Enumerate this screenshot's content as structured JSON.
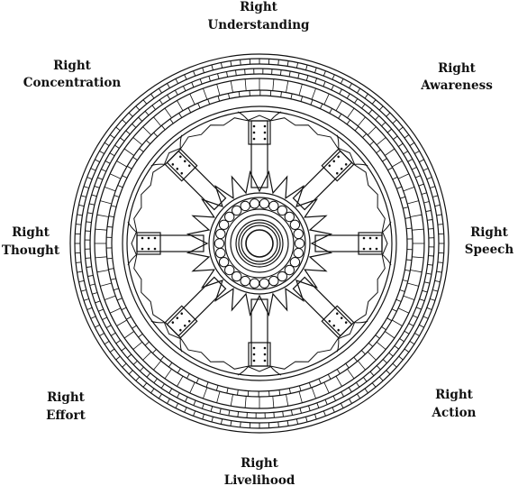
{
  "labels": [
    {
      "id": "understanding",
      "line1": "Right",
      "line2": "Understanding"
    },
    {
      "id": "awareness",
      "line1": "Right",
      "line2": "Awareness"
    },
    {
      "id": "speech",
      "line1": "Right",
      "line2": "Speech"
    },
    {
      "id": "action",
      "line1": "Right",
      "line2": "Action"
    },
    {
      "id": "livelihood",
      "line1": "Right",
      "line2": "Livelihood"
    },
    {
      "id": "effort",
      "line1": "Right",
      "line2": "Effort"
    },
    {
      "id": "thought",
      "line1": "Right",
      "line2": "Thought"
    },
    {
      "id": "concentration",
      "line1": "Right",
      "line2": "Concentration"
    }
  ],
  "colors": {
    "ink": "#111111",
    "background": "#ffffff"
  },
  "spoke_count": 8
}
